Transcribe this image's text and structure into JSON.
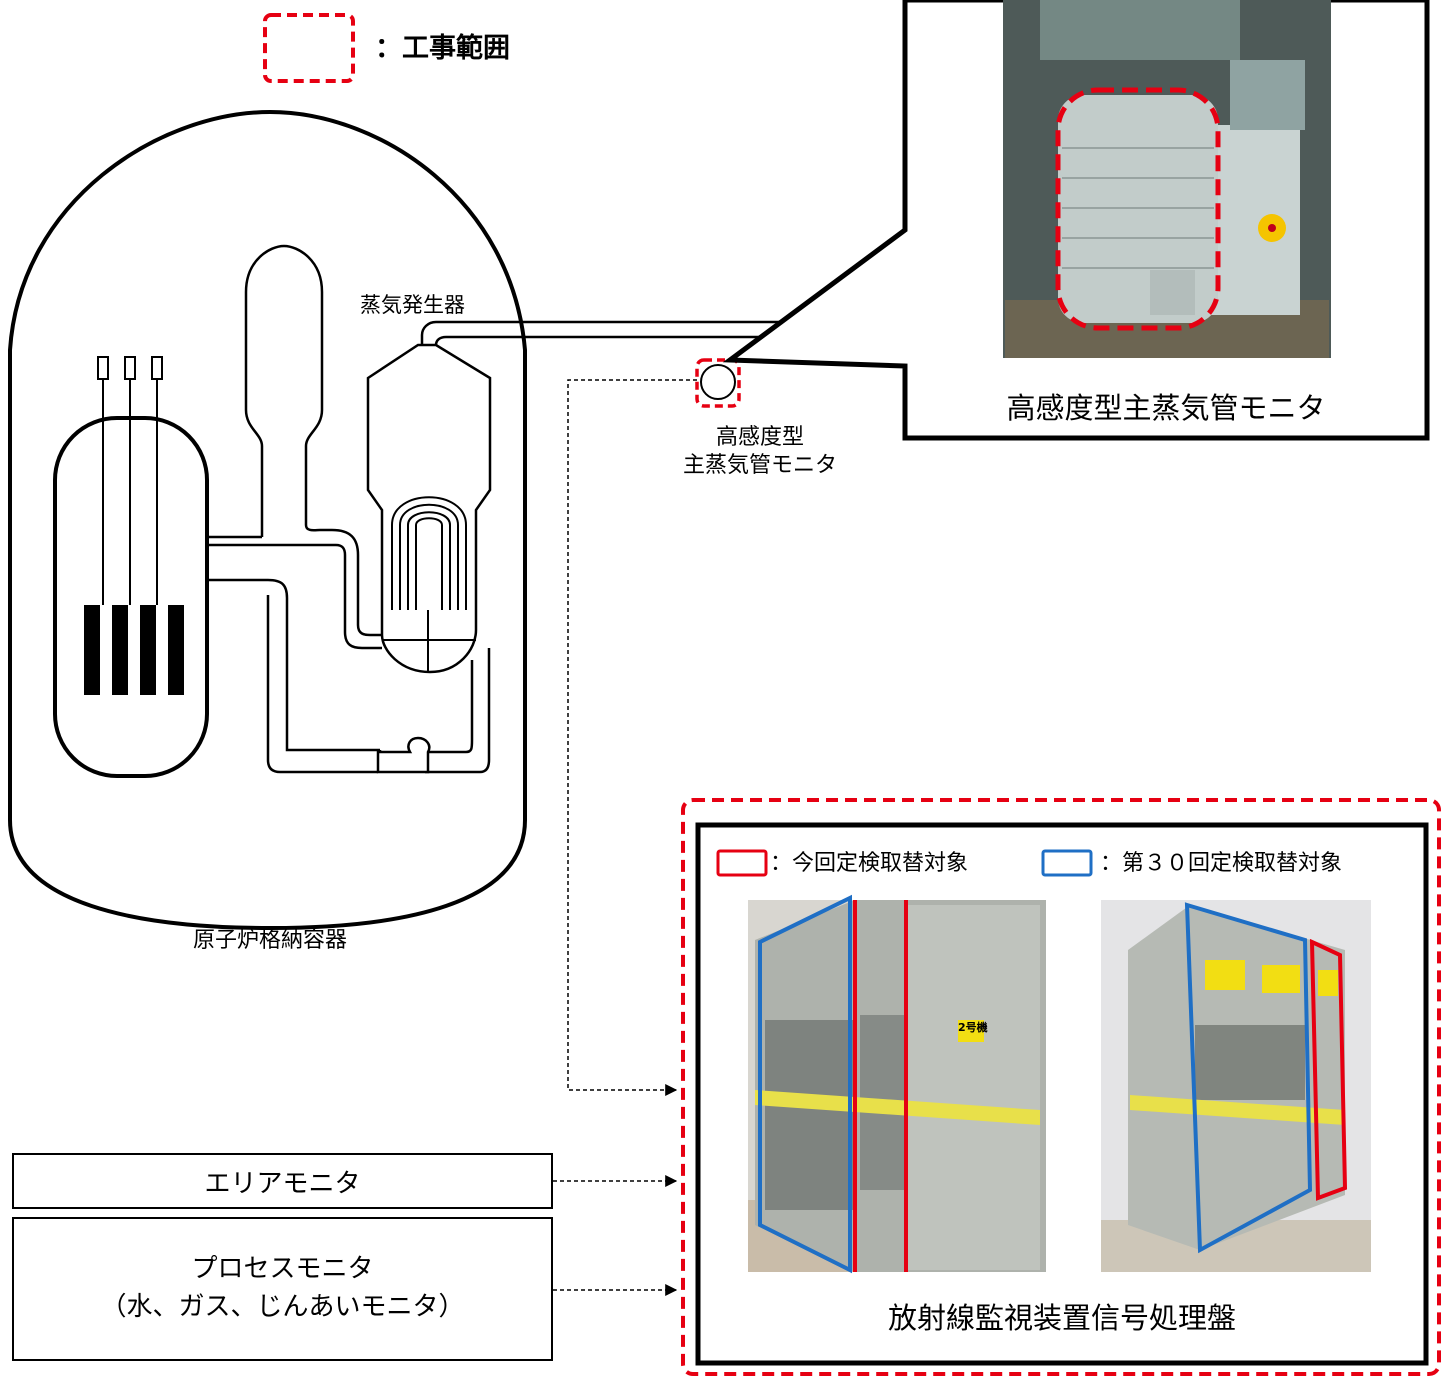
{
  "legend": {
    "label": "：工事範囲",
    "color": "#e60012"
  },
  "labels": {
    "containment": "原子炉格納容器",
    "steam_generator": "蒸気発生器",
    "monitor_small_line1": "高感度型",
    "monitor_small_line2": "主蒸気管モニタ",
    "monitor_callout": "高感度型主蒸気管モニタ",
    "area_monitor": "エリアモニタ",
    "process_monitor_line1": "プロセスモニタ",
    "process_monitor_line2": "（水、ガス、じんあいモニタ）",
    "panel_title": "放射線監視装置信号処理盤"
  },
  "panel_legend": {
    "current": "：今回定検取替対象",
    "thirtieth": "：第３０回定検取替対象",
    "current_color": "#e60012",
    "thirtieth_color": "#1f6fc5"
  },
  "photo_tags": {
    "unit": "2号機"
  },
  "icons": {
    "radiation": "radiation-trefoil-icon"
  }
}
